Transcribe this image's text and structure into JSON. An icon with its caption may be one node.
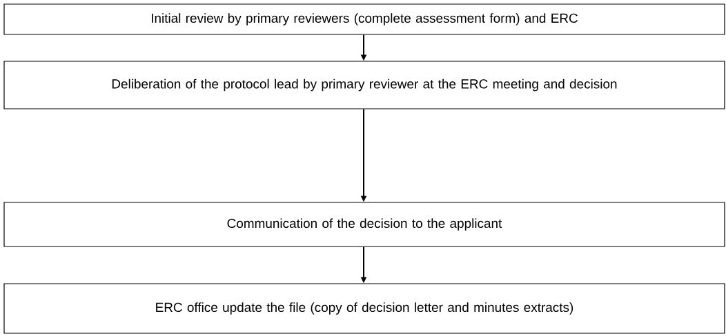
{
  "diagram": {
    "nodes": [
      {
        "text": [
          "Initial review by primary reviewers (complete assessment form) and ERC"
        ]
      },
      {
        "text": [
          "Deliberation of the protocol lead by primary reviewer at the ERC meeting and decision"
        ]
      },
      {
        "text": [
          "Communication of the decision to the applicant"
        ]
      },
      {
        "text": [
          "ERC office update the file (copy of decision letter and minutes extracts)"
        ]
      }
    ],
    "edges": [
      {
        "from": 0,
        "to": 1,
        "arrow": "to"
      },
      {
        "from": 1,
        "to": 2,
        "arrow": "to"
      },
      {
        "from": 2,
        "to": 3,
        "arrow": "to"
      }
    ]
  }
}
